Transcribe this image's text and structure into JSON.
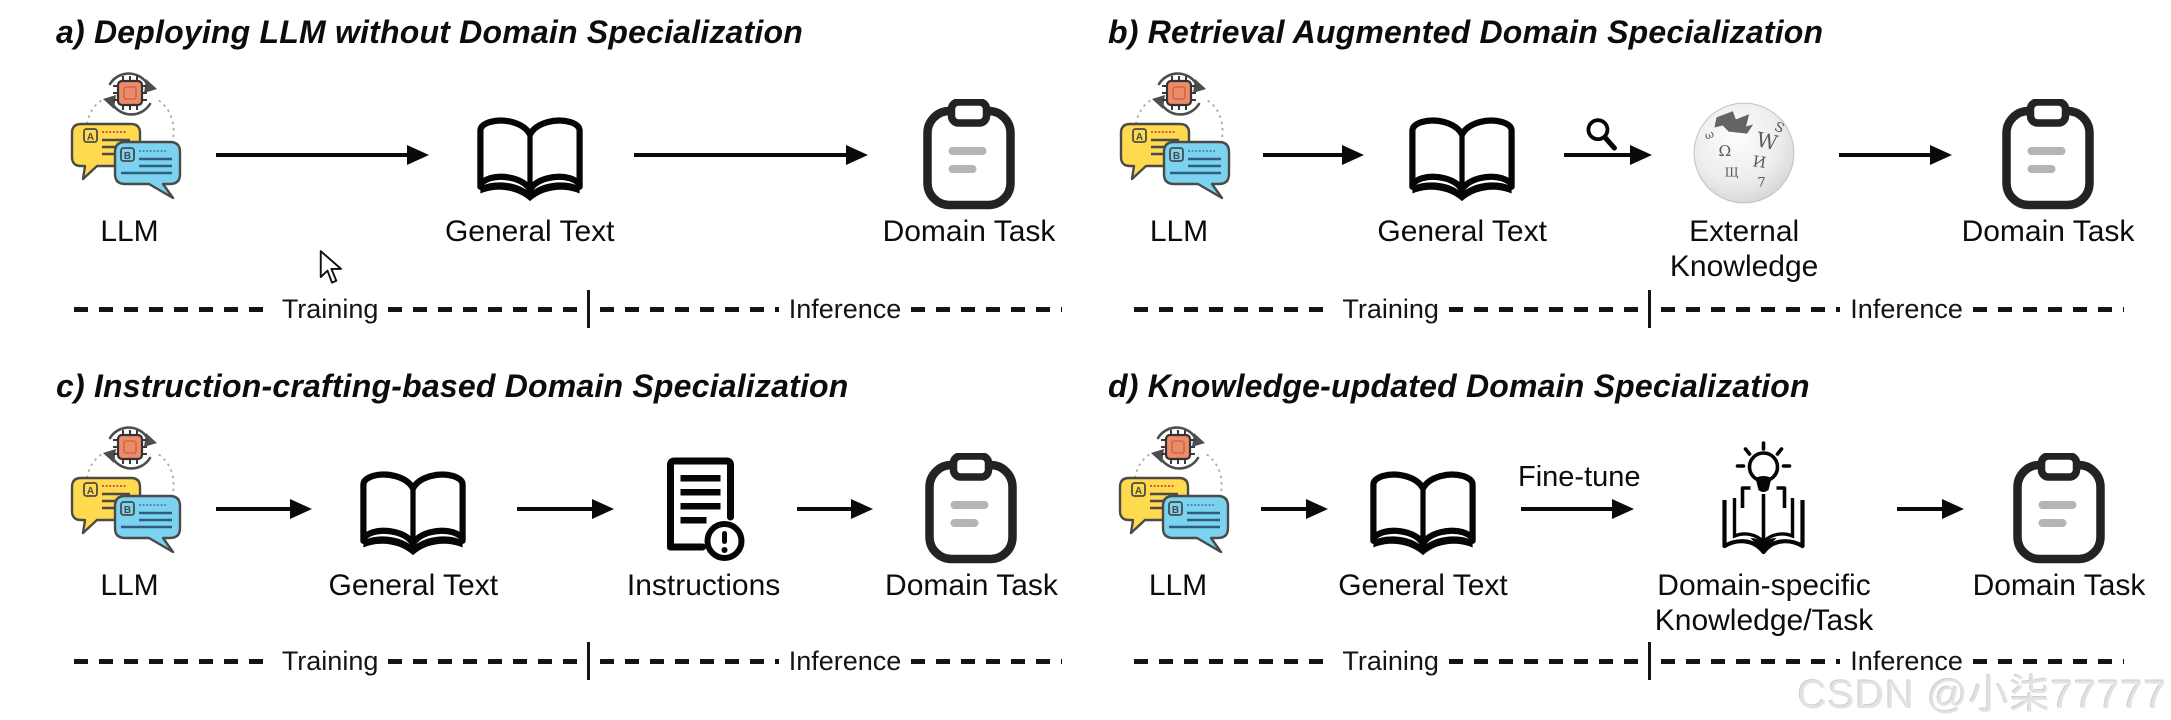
{
  "panels": {
    "a": {
      "title": "a) Deploying LLM without Domain Specialization",
      "llm": "LLM",
      "general_text": "General Text",
      "domain_task": "Domain Task",
      "divider": {
        "training": "Training",
        "inference": "Inference"
      }
    },
    "b": {
      "title": "b) Retrieval Augmented Domain Specialization",
      "llm": "LLM",
      "general_text": "General Text",
      "external_knowledge": "External Knowledge",
      "domain_task": "Domain Task",
      "divider": {
        "training": "Training",
        "inference": "Inference"
      }
    },
    "c": {
      "title": "c) Instruction-crafting-based Domain Specialization",
      "llm": "LLM",
      "general_text": "General Text",
      "instructions": "Instructions",
      "domain_task": "Domain Task",
      "divider": {
        "training": "Training",
        "inference": "Inference"
      }
    },
    "d": {
      "title": "d) Knowledge-updated Domain Specialization",
      "llm": "LLM",
      "general_text": "General Text",
      "fine_tune": "Fine-tune",
      "domain_specific": "Domain-specific Knowledge/Task",
      "domain_task": "Domain Task",
      "divider": {
        "training": "Training",
        "inference": "Inference"
      }
    }
  },
  "watermark": "CSDN @小柒77777",
  "icons": {
    "llm-icon": "chat bubbles A/B with chip and refresh arrows",
    "book-icon": "open book (general text corpus)",
    "clipboard-icon": "clipboard task list",
    "wikipedia-globe-icon": "external knowledge globe",
    "magnifier-icon": "retrieval search",
    "instructions-icon": "document with exclamation mark",
    "knowledge-book-icon": "open book with lightbulb",
    "cursor-icon": "mouse pointer"
  },
  "colors": {
    "bubble_yellow": "#FFD94E",
    "bubble_blue": "#7BD3F0",
    "chip_orange": "#EE8A68",
    "clipboard_line_gray": "#b5b5b5",
    "watermark_gray": "#e2e2e2",
    "ink": "#0a0a0a"
  }
}
